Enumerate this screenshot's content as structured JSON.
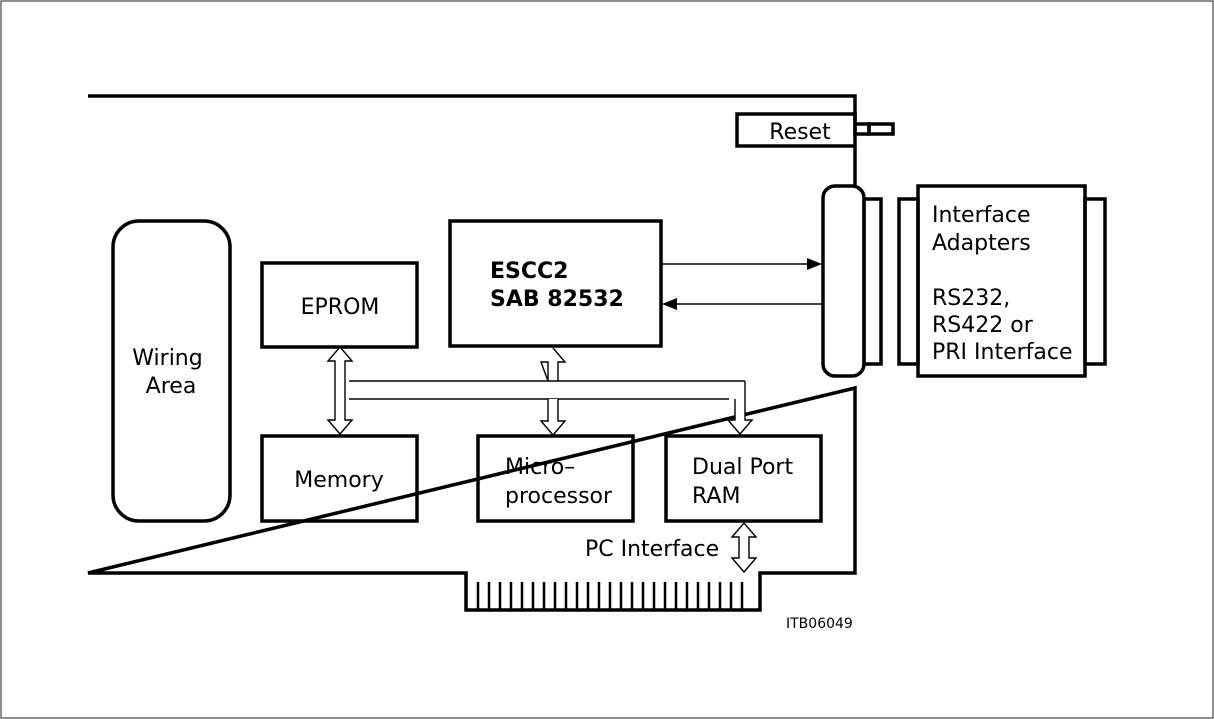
{
  "diagram": {
    "reset": "Reset",
    "wiring_area": [
      "Wiring",
      "Area"
    ],
    "eprom": "EPROM",
    "memory": "Memory",
    "escc2": [
      "ESCC2",
      "SAB 82532"
    ],
    "microprocessor": [
      "Micro–",
      "processor"
    ],
    "dual_port_ram": [
      "Dual Port",
      "RAM"
    ],
    "pc_interface": "PC Interface",
    "interface_adapters": [
      "Interface",
      "Adapters",
      "RS232,",
      "RS422 or",
      "PRI Interface"
    ],
    "figure_id": "ITB06049"
  }
}
